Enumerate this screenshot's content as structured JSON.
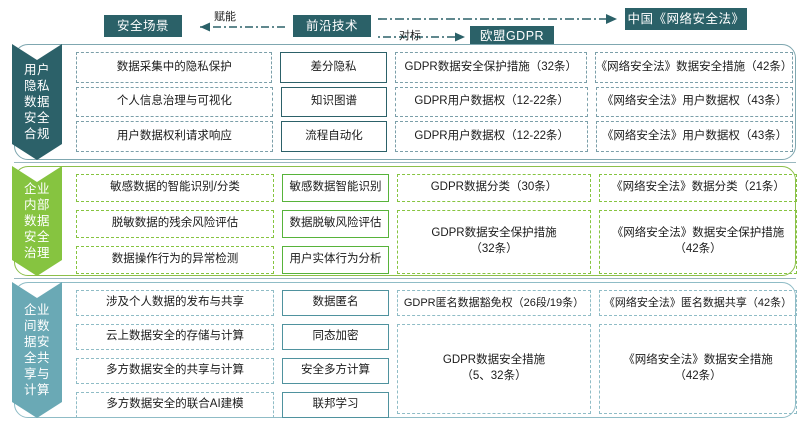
{
  "header": {
    "chips": {
      "scene": "安全场景",
      "tech": "前沿技术",
      "gdpr": "欧盟GDPR",
      "law": "中国《网络安全法》"
    },
    "labels": {
      "empower": "赋能",
      "benchmark": "对标"
    },
    "colors": {
      "chip_bg": "#2b6168",
      "chip_text": "#ffffff"
    }
  },
  "sections": [
    {
      "id": "user-privacy",
      "badge": "用户隐私数据安全合规",
      "accent": "#2c6169",
      "rows": [
        {
          "scene": "数据采集中的隐私保护",
          "tech": "差分隐私",
          "gdpr": "GDPR数据安全保护措施（32条）",
          "law": "《网络安全法》数据安全措施（42条）"
        },
        {
          "scene": "个人信息治理与可视化",
          "tech": "知识图谱",
          "gdpr": "GDPR用户数据权（12-22条）",
          "law": "《网络安全法》用户数据权（43条）"
        },
        {
          "scene": "用户数据权利请求响应",
          "tech": "流程自动化",
          "gdpr": "GDPR用户数据权（12-22条）",
          "law": "《网络安全法》用户数据权（43条）"
        }
      ]
    },
    {
      "id": "enterprise-internal",
      "badge": "企业内部数据安全治理",
      "accent": "#86c440",
      "rows": [
        {
          "scene": "敏感数据的智能识别/分类",
          "tech": "敏感数据智能识别"
        },
        {
          "scene": "脱敏数据的残余风险评估",
          "tech": "数据脱敏风险评估"
        },
        {
          "scene": "数据操作行为的异常检测",
          "tech": "用户实体行为分析"
        }
      ],
      "gdpr_cells": [
        {
          "text": "GDPR数据分类（30条）",
          "span": 1
        },
        {
          "text": "GDPR数据安全保护措施\n（32条）",
          "span": 2
        }
      ],
      "law_cells": [
        {
          "text": "《网络安全法》数据分类（21条）",
          "span": 1
        },
        {
          "text": "《网络安全法》数据安全保护措施\n（42条）",
          "span": 2
        }
      ]
    },
    {
      "id": "enterprise-sharing",
      "badge": "企业间数据安全共享与计算",
      "accent": "#6aa9b5",
      "rows": [
        {
          "scene": "涉及个人数据的发布与共享",
          "tech": "数据匿名"
        },
        {
          "scene": "云上数据安全的存储与计算",
          "tech": "同态加密"
        },
        {
          "scene": "多方数据安全的共享与计算",
          "tech": "安全多方计算"
        },
        {
          "scene": "多方数据安全的联合AI建模",
          "tech": "联邦学习"
        }
      ],
      "gdpr_cells": [
        {
          "text": "GDPR匿名数据豁免权（26段/19条）",
          "span": 1
        },
        {
          "text": "GDPR数据安全措施\n（5、32条）",
          "span": 3
        }
      ],
      "law_cells": [
        {
          "text": "《网络安全法》匿名数据共享（42条）",
          "span": 1
        },
        {
          "text": "《网络安全法》数据安全措施\n（42条）",
          "span": 3
        }
      ]
    }
  ]
}
